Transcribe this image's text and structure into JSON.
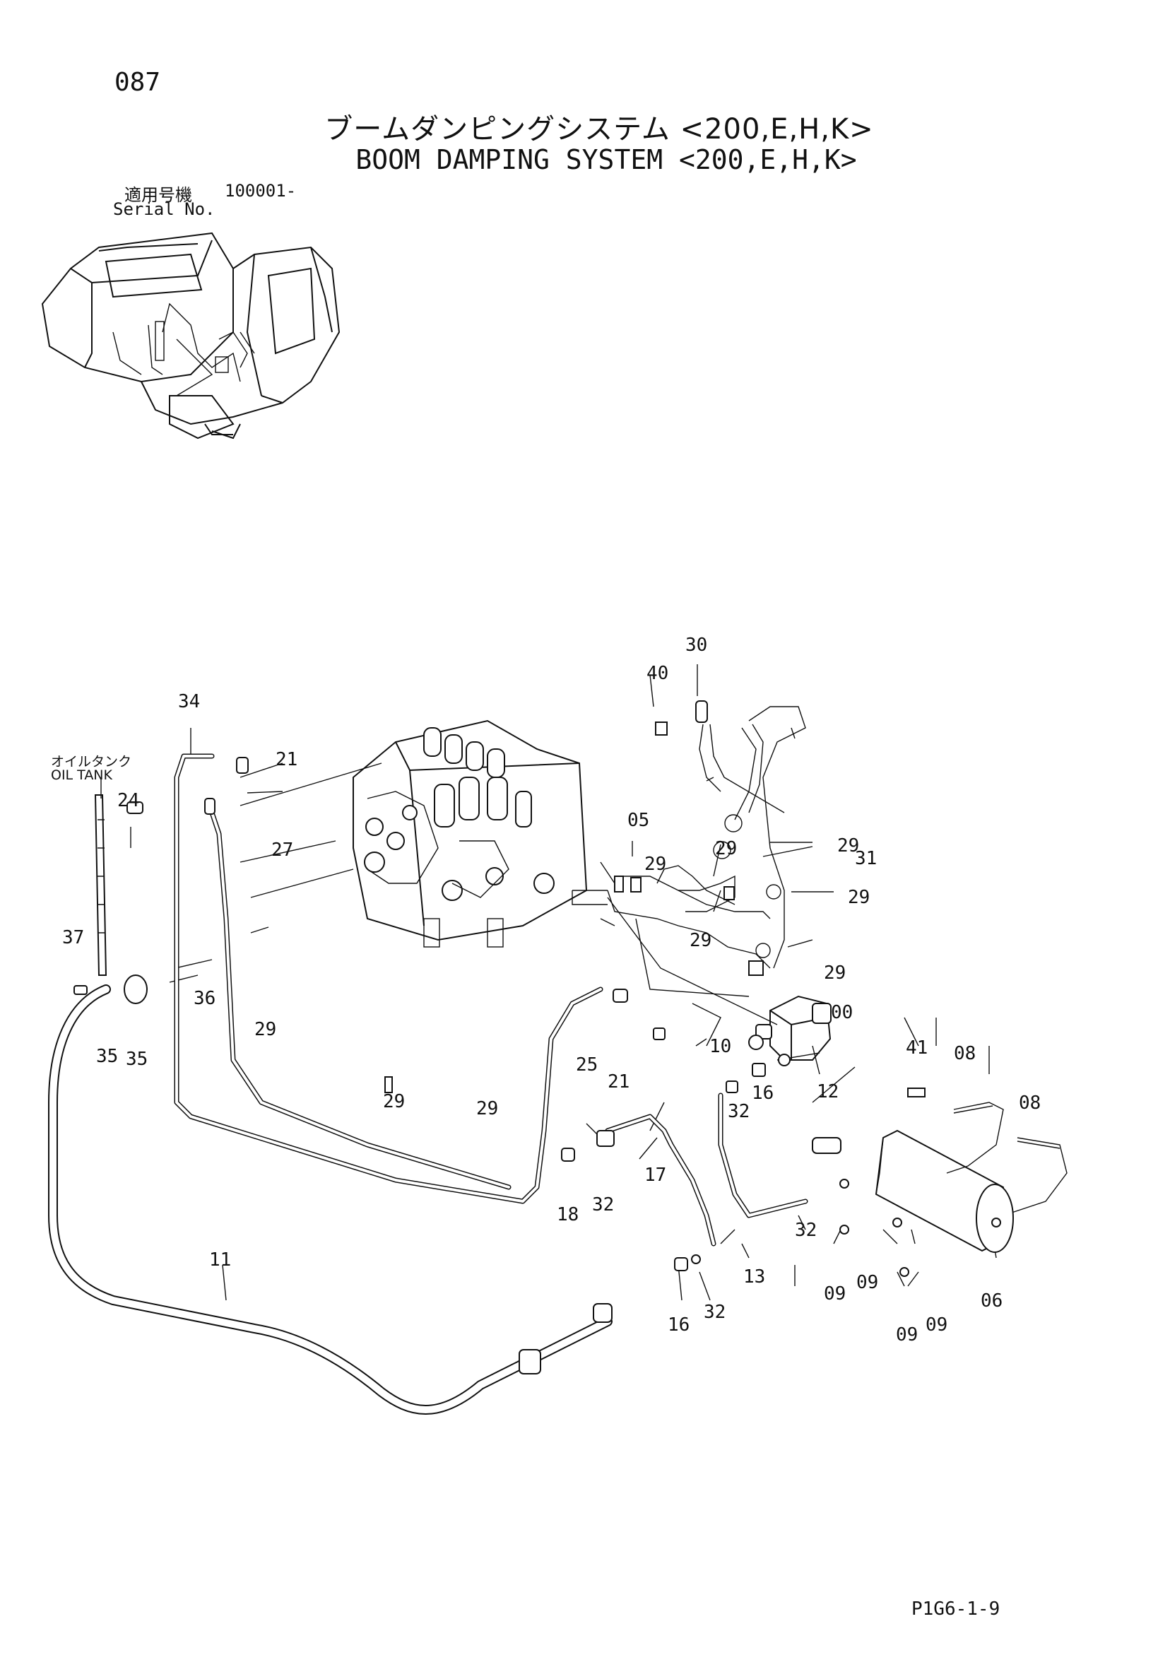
{
  "header": {
    "page_number": "087",
    "title_jp": "ブームダンピングシステム <200,E,H,K>",
    "title_en": "BOOM DAMPING SYSTEM <200,E,H,K>"
  },
  "serial": {
    "label_jp": "適用号機",
    "label_en": "Serial No.",
    "value": "100001-"
  },
  "oil_tank": {
    "label_jp": "オイルタンク",
    "label_en": "OIL TANK"
  },
  "callouts": {
    "c30": "30",
    "c40": "40",
    "c34": "34",
    "c21a": "21",
    "c24": "24",
    "c27": "27",
    "c05": "05",
    "c29a": "29",
    "c29b": "29",
    "c29c": "29",
    "c31": "31",
    "c29d": "29",
    "c29e": "29",
    "c29f": "29",
    "c37": "37",
    "c36": "36",
    "c00": "00",
    "c35a": "35",
    "c35b": "35",
    "c29g": "29",
    "c10": "10",
    "c25": "25",
    "c21b": "21",
    "c41": "41",
    "c08a": "08",
    "c08b": "08",
    "c16a": "16",
    "c12": "12",
    "c32a": "32",
    "c29h": "29",
    "c29i": "29",
    "c17": "17",
    "c18": "18",
    "c32b": "32",
    "c32c": "32",
    "c13": "13",
    "c09a": "09",
    "c09b": "09",
    "c06": "06",
    "c11": "11",
    "c16b": "16",
    "c32d": "32",
    "c09c": "09",
    "c09d": "09"
  },
  "footer": {
    "code": "P1G6-1-9"
  }
}
